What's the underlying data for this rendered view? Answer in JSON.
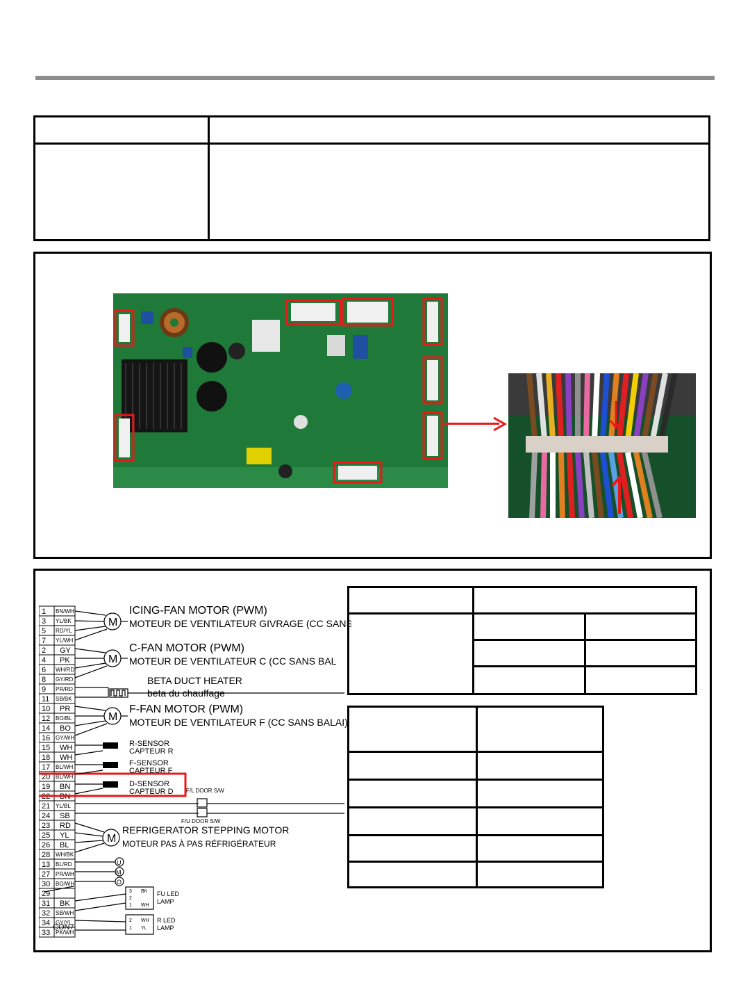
{
  "diagram": {
    "pins": [
      {
        "num": "1",
        "color": "BN/WH"
      },
      {
        "num": "3",
        "color": "YL/BK"
      },
      {
        "num": "5",
        "color": "RD/YL"
      },
      {
        "num": "7",
        "color": "YL/WH"
      },
      {
        "num": "2",
        "color": "GY"
      },
      {
        "num": "4",
        "color": "PK"
      },
      {
        "num": "6",
        "color": "WH/RD"
      },
      {
        "num": "8",
        "color": "GY/RD"
      },
      {
        "num": "9",
        "color": "PR/RD"
      },
      {
        "num": "11",
        "color": "SB/BK"
      },
      {
        "num": "10",
        "color": "PR"
      },
      {
        "num": "12",
        "color": "BO/BL"
      },
      {
        "num": "14",
        "color": "BO"
      },
      {
        "num": "16",
        "color": "GY/WH"
      },
      {
        "num": "15",
        "color": "WH"
      },
      {
        "num": "18",
        "color": "WH"
      },
      {
        "num": "17",
        "color": "BL/WH"
      },
      {
        "num": "20",
        "color": "BL/WH"
      },
      {
        "num": "19",
        "color": "BN"
      },
      {
        "num": "22",
        "color": "BN"
      },
      {
        "num": "21",
        "color": "YL/BL"
      },
      {
        "num": "24",
        "color": "SB"
      },
      {
        "num": "23",
        "color": "RD"
      },
      {
        "num": "25",
        "color": "YL"
      },
      {
        "num": "26",
        "color": "BL"
      },
      {
        "num": "28",
        "color": "WH/BK"
      },
      {
        "num": "13",
        "color": "BL/RD"
      },
      {
        "num": "27",
        "color": "PR/WH"
      },
      {
        "num": "30",
        "color": "BO/WH"
      },
      {
        "num": "29",
        "color": ""
      },
      {
        "num": "31",
        "color": "BK"
      },
      {
        "num": "32",
        "color": "SB/WH"
      },
      {
        "num": "34",
        "color": "GY/YL"
      },
      {
        "num": "33",
        "color": "PK/WH"
      }
    ],
    "icing_fan": "ICING-FAN MOTOR (PWM)",
    "icing_fan_fr": "MOTEUR DE  VENTILATEUR GIVRAGE (CC SANS B",
    "c_fan": "C-FAN  MOTOR  (PWM)",
    "c_fan_fr": "MOTEUR  DE VENTILATEUR C  (CC SANS BAL",
    "beta": "BETA DUCT HEATER",
    "beta_fr": "beta du chauffage",
    "f_fan": "F-FAN MOTOR (PWM)",
    "f_fan_fr": "MOTEUR  DE VENTILATEUR F  (CC SANS BALAI)",
    "r_sensor": "R-SENSOR",
    "r_sensor_fr": "CAPTEUR R",
    "f_sensor": "F-SENSOR",
    "f_sensor_fr": "CAPTEUR F",
    "d_sensor": "D-SENSOR",
    "d_sensor_fr": "CAPTEUR D",
    "fl_door": "F/L DOOR S/W",
    "fu_door": "F/U DOOR S/W",
    "stepping": "REFRIGERATOR STEPPING MOTOR",
    "stepping_fr": "MOTEUR  PAS À PAS RÉFRIGÉRATEUR",
    "fu_led": "FU LED",
    "fu_led2": "LAMP",
    "r_led": "R LED",
    "r_led2": "LAMP",
    "con7": "CON7",
    "motor_symbol": "M",
    "fu_pins": [
      {
        "n": "3",
        "c": "BK"
      },
      {
        "n": "2",
        "c": ""
      },
      {
        "n": "1",
        "c": "WH"
      }
    ],
    "r_pins": [
      {
        "n": "2",
        "c": "WH"
      },
      {
        "n": "1",
        "c": "YL"
      }
    ],
    "ind": [
      "U",
      "M",
      "O"
    ]
  },
  "colors": {
    "highlight": "#e81818",
    "pcb": "#1f7a3a",
    "rule": "#8c8c8c"
  }
}
